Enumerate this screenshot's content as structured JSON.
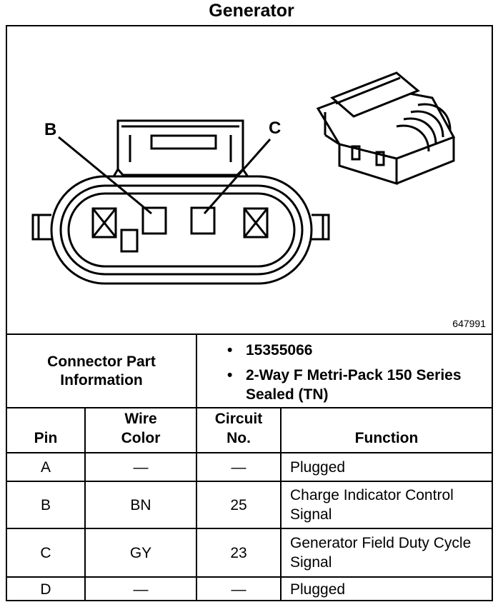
{
  "title": "Generator",
  "diagram": {
    "figure_id": "647991",
    "label_b": "B",
    "label_c": "C"
  },
  "connector_info": {
    "label": "Connector Part Information",
    "items": [
      "15355066",
      "2-Way F Metri-Pack 150 Series Sealed (TN)"
    ]
  },
  "table": {
    "headers": {
      "pin": "Pin",
      "wire_color": "Wire Color",
      "circuit_no": "Circuit No.",
      "function": "Function"
    },
    "rows": [
      {
        "pin": "A",
        "wire_color": "—",
        "circuit": "—",
        "function": "Plugged"
      },
      {
        "pin": "B",
        "wire_color": "BN",
        "circuit": "25",
        "function": "Charge Indicator Control Signal"
      },
      {
        "pin": "C",
        "wire_color": "GY",
        "circuit": "23",
        "function": "Generator Field Duty Cycle Signal"
      },
      {
        "pin": "D",
        "wire_color": "—",
        "circuit": "—",
        "function": "Plugged"
      }
    ]
  },
  "colors": {
    "ink": "#000000",
    "paper": "#ffffff"
  }
}
